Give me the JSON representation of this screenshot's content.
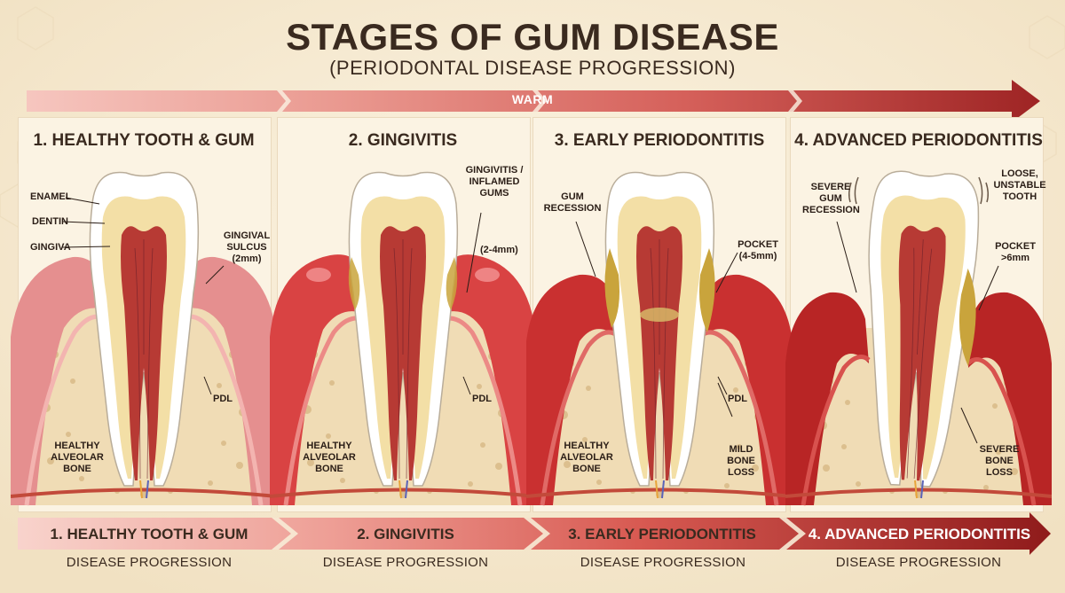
{
  "header": {
    "title": "STAGES OF GUM DISEASE",
    "subtitle": "(PERIODONTAL DISEASE PROGRESSION)",
    "band_label": "WARM"
  },
  "colors": {
    "background": "#f7ecd6",
    "healthy_gum": "#e58f8f",
    "inflamed_gum": "#d94343",
    "severe_gum": "#b82525",
    "pulp": "#b73a34",
    "enamel": "#ffffff",
    "dentin": "#f3dfa6",
    "tartar": "#c9a43c",
    "bone": "#f0dcb5"
  },
  "stages": [
    {
      "title": "1. HEALTHY TOOTH & GUM",
      "footer_title": "1. HEALTHY TOOTH & GUM",
      "footer_caption": "DISEASE PROGRESSION",
      "labels": {
        "enamel": "ENAMEL",
        "dentin": "DENTIN",
        "gingiva": "GINGIVA",
        "sulcus_1": "GINGIVAL",
        "sulcus_2": "SULCUS",
        "sulcus_3": "(2mm)",
        "pdl": "PDL",
        "bone_1": "HEALTHY",
        "bone_2": "ALVEOLAR",
        "bone_3": "BONE"
      }
    },
    {
      "title": "2. GINGIVITIS",
      "footer_title": "2. GINGIVITIS",
      "footer_caption": "DISEASE PROGRESSION",
      "labels": {
        "gums_1": "GINGIVITIS /",
        "gums_2": "INFLAMED",
        "gums_3": "GUMS",
        "depth": "(2-4mm)",
        "pdl": "PDL",
        "bone_1": "HEALTHY",
        "bone_2": "ALVEOLAR",
        "bone_3": "BONE"
      }
    },
    {
      "title": "3. EARLY PERIODONTITIS",
      "footer_title": "3. EARLY PERIODONTITIS",
      "footer_caption": "DISEASE PROGRESSION",
      "labels": {
        "recession_1": "GUM",
        "recession_2": "RECESSION",
        "pocket_1": "POCKET",
        "pocket_2": "(4-5mm)",
        "pdl": "PDL",
        "bone_1": "HEALTHY",
        "bone_2": "ALVEOLAR",
        "bone_3": "BONE",
        "loss_1": "MILD",
        "loss_2": "BONE",
        "loss_3": "LOSS"
      }
    },
    {
      "title": "4. ADVANCED PERIODONTITIS",
      "footer_title": "4. ADVANCED PERIODONTITIS",
      "footer_caption": "DISEASE PROGRESSION",
      "labels": {
        "recession_1": "SEVERE",
        "recession_2": "GUM",
        "recession_3": "RECESSION",
        "loose_1": "LOOSE,",
        "loose_2": "UNSTABLE",
        "loose_3": "TOOTH",
        "pocket_1": "POCKET",
        "pocket_2": ">6mm",
        "loss_1": "SEVERE",
        "loss_2": "BONE",
        "loss_3": "LOSS"
      }
    }
  ]
}
